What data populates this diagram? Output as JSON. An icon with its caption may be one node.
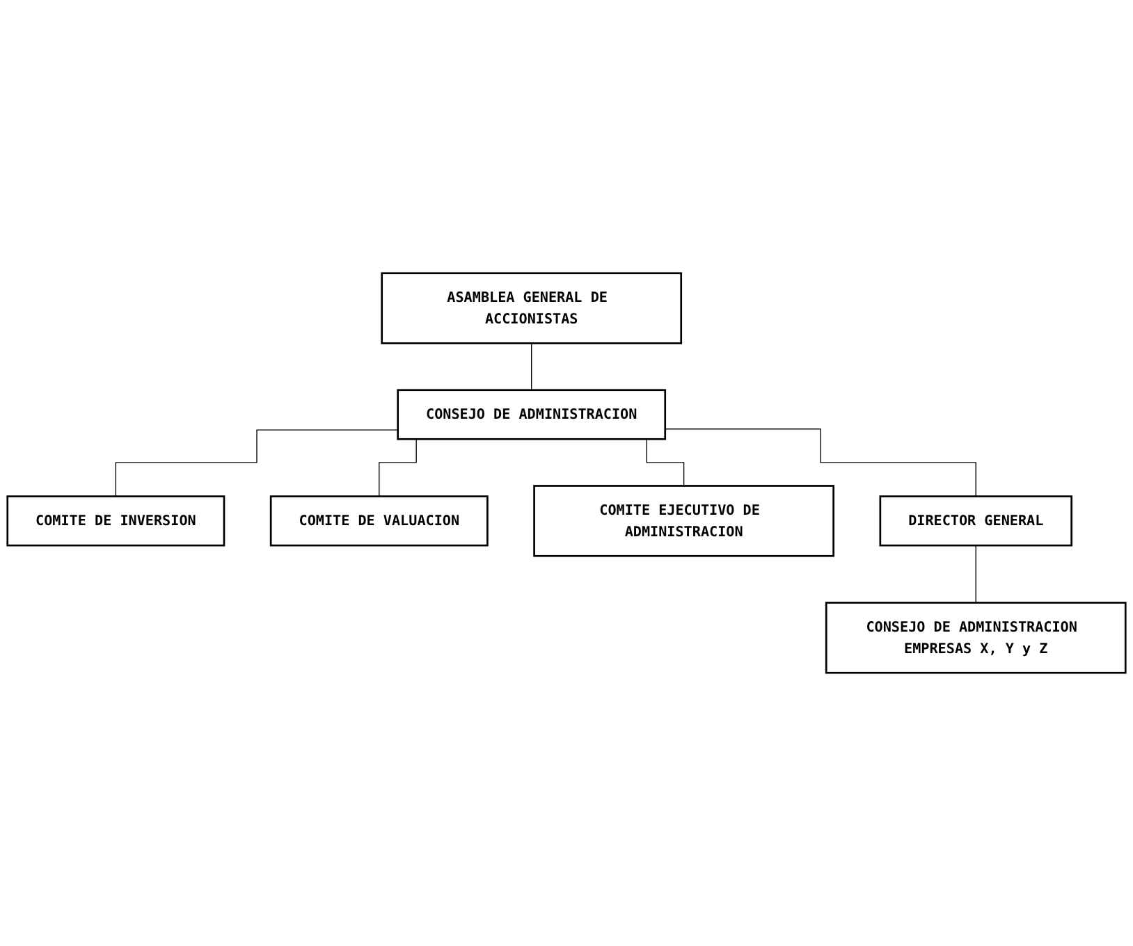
{
  "diagram": {
    "nodes": [
      {
        "text": [
          "ASAMBLEA GENERAL DE ACCIONISTAS"
        ]
      },
      {
        "text": [
          "CONSEJO DE ADMINISTRACION"
        ]
      },
      {
        "text": [
          "COMITE DE INVERSION"
        ]
      },
      {
        "text": [
          "COMITE DE VALUACION"
        ]
      },
      {
        "text": [
          "COMITE EJECUTIVO DE ADMINISTRACION"
        ]
      },
      {
        "text": [
          "DIRECTOR GENERAL"
        ]
      },
      {
        "text": [
          "CONSEJO DE ADMINISTRACION EMPRESAS X, Y y Z"
        ]
      }
    ],
    "edges": [
      {
        "from": 0,
        "to": 1,
        "arrow": "none"
      },
      {
        "from": 1,
        "to": 2,
        "arrow": "none"
      },
      {
        "from": 1,
        "to": 3,
        "arrow": "none"
      },
      {
        "from": 1,
        "to": 4,
        "arrow": "none"
      },
      {
        "from": 1,
        "to": 5,
        "arrow": "none"
      },
      {
        "from": 5,
        "to": 6,
        "arrow": "none"
      }
    ]
  }
}
